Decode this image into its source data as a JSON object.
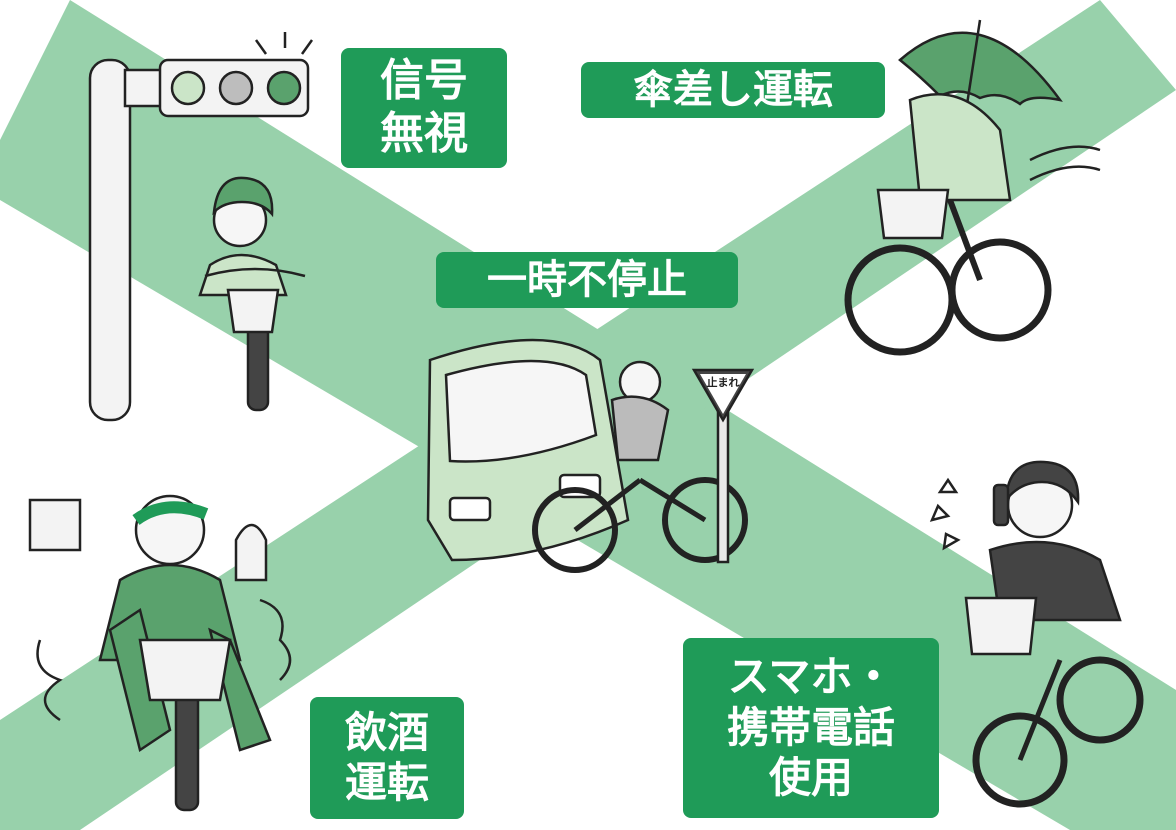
{
  "colors": {
    "accent": "#1f9b58",
    "band": "#98d1ab",
    "light_green": "#cbe5c8",
    "dark_green": "#5aa26d",
    "gray": "#b7b7b7",
    "dark_gray": "#595959",
    "line": "#222222"
  },
  "labels": {
    "signal": [
      "信号",
      "無視"
    ],
    "umbrella": "傘差し運転",
    "stop": "一時不停止",
    "drunk": [
      "飲酒",
      "運転"
    ],
    "phone": [
      "スマホ・",
      "携帯電話",
      "使用"
    ]
  },
  "sign": {
    "text": "止まれ"
  }
}
